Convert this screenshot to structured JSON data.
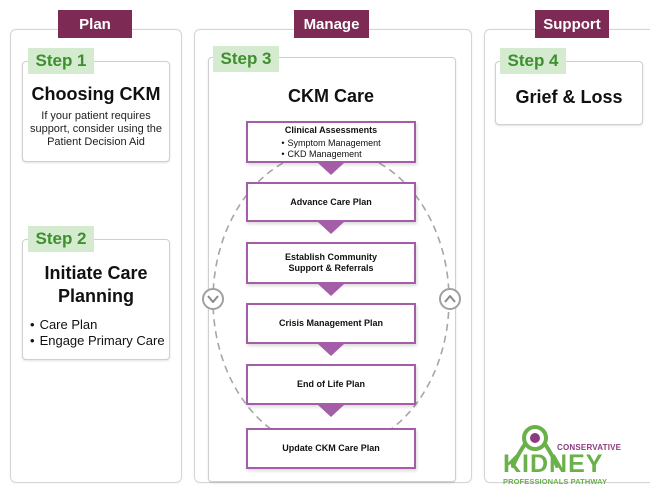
{
  "columns": {
    "plan": "Plan",
    "manage": "Manage",
    "support": "Support"
  },
  "step1": {
    "label": "Step 1",
    "title": "Choosing CKM",
    "desc": [
      "If your patient requires",
      "support, consider using the",
      "Patient Decision Aid"
    ]
  },
  "step2": {
    "label": "Step 2",
    "title": [
      "Initiate Care",
      "Planning"
    ],
    "bullets": [
      "Care Plan",
      "Engage Primary Care"
    ]
  },
  "step3": {
    "label": "Step 3",
    "title": "CKM Care",
    "process": [
      {
        "title": "Clinical Assessments",
        "items": [
          "Symptom Management",
          "CKD Management"
        ]
      },
      {
        "title": "Advance Care Plan"
      },
      {
        "title": "Establish Community",
        "title2": "Support & Referrals"
      },
      {
        "title": "Crisis Management Plan"
      },
      {
        "title": "End of Life Plan"
      },
      {
        "title": "Update CKM Care Plan"
      }
    ]
  },
  "step4": {
    "label": "Step 4",
    "title": "Grief & Loss"
  },
  "logo": {
    "top": "CONSERVATIVE",
    "main": "KIDNEY",
    "bottom": "PROFESSIONALS PATHWAY"
  },
  "colors": {
    "tab": "#7d2a55",
    "step_bg": "#d5ebcf",
    "step_text": "#3e8f2f",
    "process_border": "#a45ea8",
    "logo_green": "#6ab14a",
    "logo_purple": "#8e3a7f"
  },
  "icons": {
    "cycle_left": "chevron-down-circle",
    "cycle_right": "chevron-up-circle"
  }
}
